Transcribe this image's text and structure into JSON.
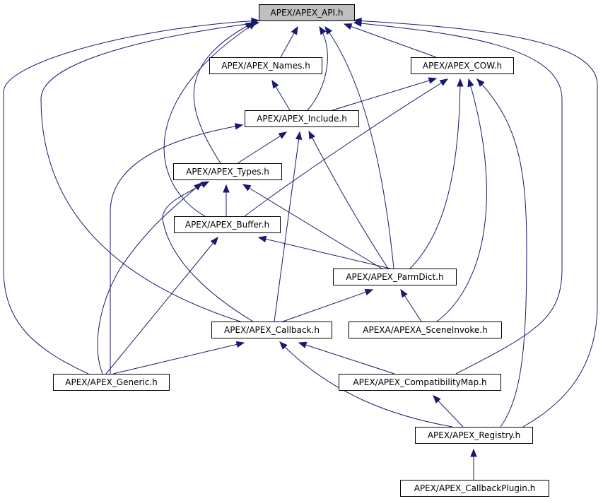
{
  "graph": {
    "root": "api",
    "nodes": [
      {
        "id": "api",
        "label": "APEX/APEX_API.h",
        "highlighted": true,
        "interactable": false
      },
      {
        "id": "names",
        "label": "APEX/APEX_Names.h",
        "interactable": true
      },
      {
        "id": "cow",
        "label": "APEX/APEX_COW.h",
        "interactable": true
      },
      {
        "id": "include",
        "label": "APEX/APEX_Include.h",
        "interactable": true
      },
      {
        "id": "types",
        "label": "APEX/APEX_Types.h",
        "interactable": true
      },
      {
        "id": "buffer",
        "label": "APEX/APEX_Buffer.h",
        "interactable": true
      },
      {
        "id": "parmdict",
        "label": "APEX/APEX_ParmDict.h",
        "interactable": true
      },
      {
        "id": "callback",
        "label": "APEX/APEX_Callback.h",
        "interactable": true
      },
      {
        "id": "sceneinvoke",
        "label": "APEXA/APEXA_SceneInvoke.h",
        "interactable": true
      },
      {
        "id": "generic",
        "label": "APEX/APEX_Generic.h",
        "interactable": true
      },
      {
        "id": "compatmap",
        "label": "APEX/APEX_CompatibilityMap.h",
        "interactable": true
      },
      {
        "id": "registry",
        "label": "APEX/APEX_Registry.h",
        "interactable": true
      },
      {
        "id": "callbackplugin",
        "label": "APEX/APEX_CallbackPlugin.h",
        "interactable": true
      }
    ],
    "edges": [
      {
        "from": "names",
        "to": "api"
      },
      {
        "from": "cow",
        "to": "api"
      },
      {
        "from": "include",
        "to": "api"
      },
      {
        "from": "types",
        "to": "api"
      },
      {
        "from": "buffer",
        "to": "api"
      },
      {
        "from": "parmdict",
        "to": "api"
      },
      {
        "from": "callback",
        "to": "api"
      },
      {
        "from": "generic",
        "to": "api"
      },
      {
        "from": "compatmap",
        "to": "api"
      },
      {
        "from": "registry",
        "to": "api"
      },
      {
        "from": "include",
        "to": "names"
      },
      {
        "from": "include",
        "to": "cow"
      },
      {
        "from": "buffer",
        "to": "cow"
      },
      {
        "from": "parmdict",
        "to": "cow"
      },
      {
        "from": "sceneinvoke",
        "to": "cow"
      },
      {
        "from": "registry",
        "to": "cow"
      },
      {
        "from": "types",
        "to": "include"
      },
      {
        "from": "parmdict",
        "to": "include"
      },
      {
        "from": "callback",
        "to": "include"
      },
      {
        "from": "generic",
        "to": "include"
      },
      {
        "from": "buffer",
        "to": "types"
      },
      {
        "from": "parmdict",
        "to": "types"
      },
      {
        "from": "callback",
        "to": "types"
      },
      {
        "from": "generic",
        "to": "types"
      },
      {
        "from": "parmdict",
        "to": "buffer"
      },
      {
        "from": "generic",
        "to": "buffer"
      },
      {
        "from": "callback",
        "to": "parmdict"
      },
      {
        "from": "sceneinvoke",
        "to": "parmdict"
      },
      {
        "from": "generic",
        "to": "callback"
      },
      {
        "from": "compatmap",
        "to": "callback"
      },
      {
        "from": "registry",
        "to": "callback"
      },
      {
        "from": "registry",
        "to": "compatmap"
      },
      {
        "from": "callbackplugin",
        "to": "registry"
      }
    ]
  },
  "colors": {
    "edge": "#191970",
    "root_fill": "#bfbfbf",
    "node_fill": "#ffffff",
    "node_border": "#000000"
  }
}
